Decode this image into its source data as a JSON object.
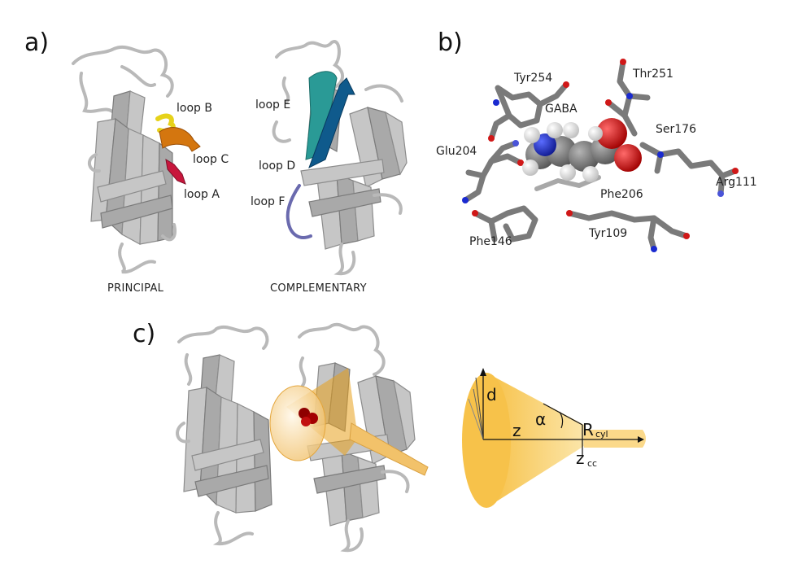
{
  "panels": {
    "a": {
      "label": "a)"
    },
    "b": {
      "label": "b)"
    },
    "c": {
      "label": "c)"
    }
  },
  "panel_a": {
    "principal": {
      "caption": "PRINCIPAL",
      "loops": [
        {
          "label": "loop B",
          "color": "#e6d21a"
        },
        {
          "label": "loop C",
          "color": "#d4760f"
        },
        {
          "label": "loop A",
          "color": "#c8163c"
        }
      ]
    },
    "complementary": {
      "caption": "COMPLEMENTARY",
      "loops": [
        {
          "label": "loop E",
          "color": "#2a9a96"
        },
        {
          "label": "loop D",
          "color": "#0f5a8c"
        },
        {
          "label": "loop F",
          "color": "#6a6aae"
        }
      ]
    }
  },
  "panel_b": {
    "ligand": "GABA",
    "residues": [
      "Tyr254",
      "Thr251",
      "Ser176",
      "Glu204",
      "Arg111",
      "Phe206",
      "Phe146",
      "Tyr109"
    ],
    "colors": {
      "carbon": "#7a7a7a",
      "nitrogen": "#1a2ad0",
      "oxygen": "#d01818",
      "hydrogen": "#e8e8e8"
    }
  },
  "panel_c": {
    "geometry_labels": {
      "d": "d",
      "z": "z",
      "alpha": "α",
      "r_main": "R",
      "r_sub": "cyl",
      "zcc_main": "z",
      "zcc_sub": "cc"
    },
    "cone_color": "#f7c24a"
  }
}
